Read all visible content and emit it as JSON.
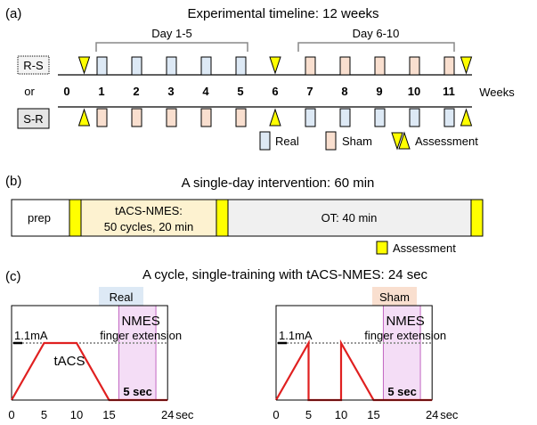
{
  "panel_a": {
    "letter": "(a)",
    "title": "Experimental timeline: 12 weeks",
    "bracket_left_label": "Day 1-5",
    "bracket_right_label": "Day 6-10",
    "group1_label": "R-S",
    "or_label": "or",
    "group2_label": "S-R",
    "axis_label": "Weeks",
    "week_ticks": [
      "0",
      "1",
      "2",
      "3",
      "4",
      "5",
      "6",
      "7",
      "8",
      "9",
      "10",
      "11"
    ],
    "legend_real": "Real",
    "legend_sham": "Sham",
    "legend_assessment": "Assessment"
  },
  "panel_b": {
    "letter": "(b)",
    "title": "A single-day intervention: 60 min",
    "prep_label": "prep",
    "tacs_line1": "tACS-NMES:",
    "tacs_line2": "50 cycles, 20 min",
    "ot_label": "OT: 40 min",
    "legend_assessment": "Assessment"
  },
  "panel_c": {
    "letter": "(c)",
    "title": "A cycle, single-training with tACS-NMES: 24 sec",
    "real_tag": "Real",
    "sham_tag": "Sham",
    "current_label": "1.1mA",
    "tacs_label": "tACS",
    "nmes_label": "NMES",
    "finger_label": "finger extension",
    "duration_label": "5 sec",
    "time_ticks": [
      "0",
      "5",
      "10",
      "15",
      "24"
    ],
    "unit_label": "sec"
  },
  "colors": {
    "real": "#dde9f5",
    "sham": "#f9dfcf",
    "assessment": "#ffff00",
    "tacs_box": "#fdf2d0",
    "ot_box": "#f0f0f0",
    "nmes_fill": "#f4ddf6",
    "nmes_border": "#c266c2",
    "signal": "#e02020"
  }
}
